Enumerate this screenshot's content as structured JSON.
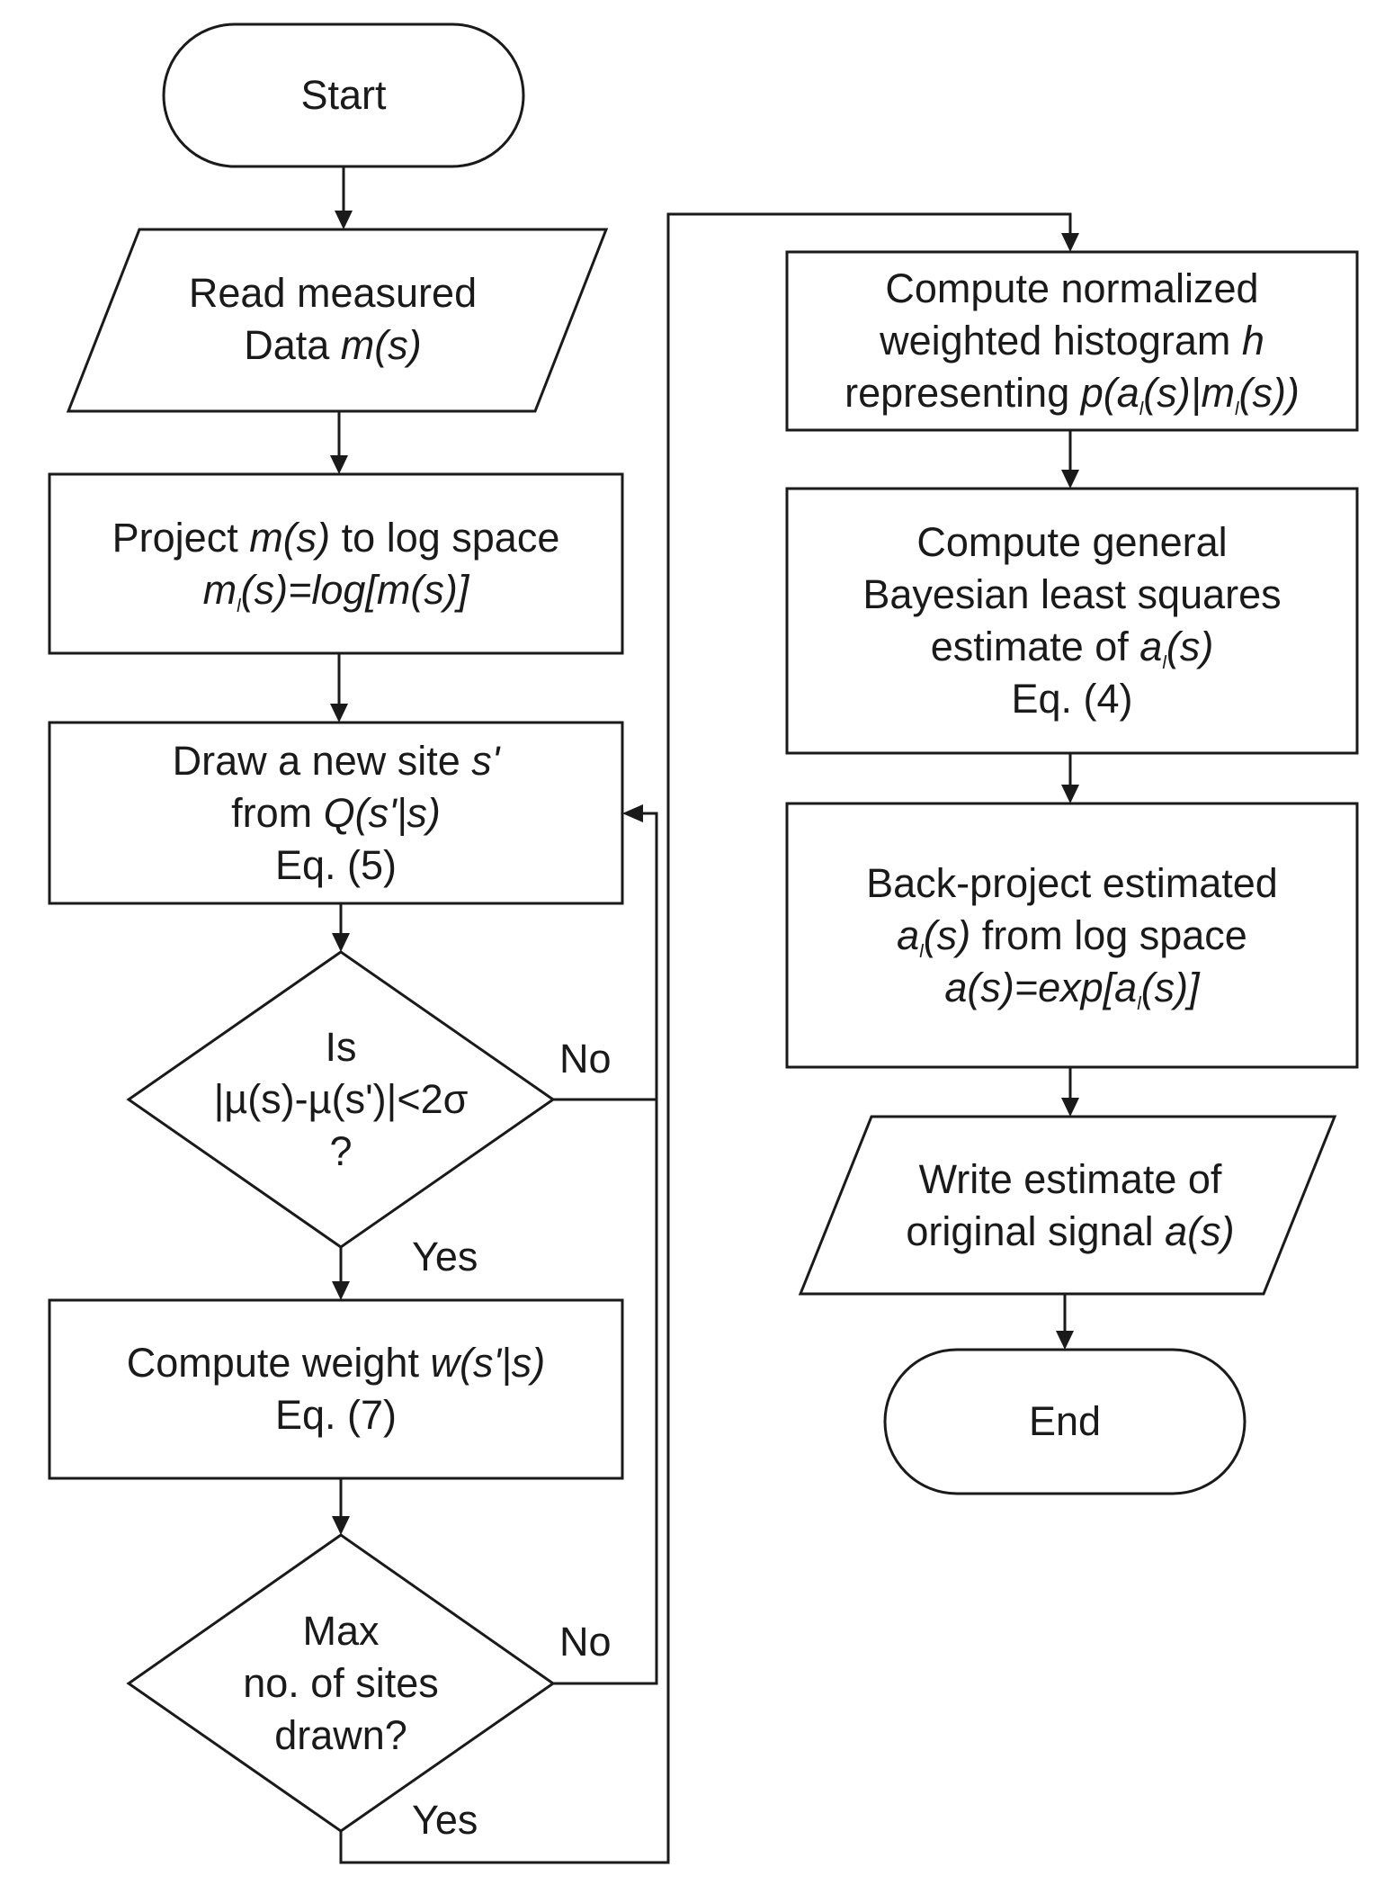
{
  "nodes": {
    "start": {
      "line1": "Start"
    },
    "read_data": {
      "line1": "Read measured",
      "line2_text": "Data ",
      "line2_math": "m(s)"
    },
    "project_log": {
      "line1_text1": "Project ",
      "line1_math": "m(s)",
      "line1_text2": " to log space",
      "line2_m": "m",
      "line2_sub": "l",
      "line2_rest": "(s)=log[m(s)]"
    },
    "draw_site": {
      "line1_text": "Draw a new site ",
      "line1_math": "s'",
      "line2_text": "from ",
      "line2_math": "Q(s'|s)",
      "line3": "Eq. (5)"
    },
    "decision_mu": {
      "line1": "Is",
      "line2": "|µ(s)-µ(s')|<2σ",
      "line3": "?"
    },
    "compute_weight": {
      "line1_text": "Compute weight ",
      "line1_math": "w(s'|s)",
      "line2": "Eq. (7)"
    },
    "decision_max": {
      "line1": "Max",
      "line2": "no. of sites",
      "line3": "drawn?"
    },
    "histogram": {
      "line1": "Compute normalized",
      "line2_text": "weighted histogram ",
      "line2_math": "h",
      "line3_text": "representing ",
      "line3_p": "p(a",
      "line3_sub1": "l",
      "line3_mid": "(s)|m",
      "line3_sub2": "l",
      "line3_end": "(s))"
    },
    "bayesian": {
      "line1": "Compute general",
      "line2": "Bayesian least squares",
      "line3_text": "estimate of ",
      "line3_a": "a",
      "line3_sub": "l",
      "line3_end": "(s)",
      "line4": "Eq. (4)"
    },
    "backproject": {
      "line1": "Back-project estimated",
      "line2_a": "a",
      "line2_sub": "l",
      "line2_math_end": "(s)",
      "line2_text": " from log space",
      "line3_start": "a(s)=exp[a",
      "line3_sub": "l",
      "line3_end": "(s)]"
    },
    "write_estimate": {
      "line1": "Write estimate of",
      "line2_text": "original signal ",
      "line2_math": "a(s)"
    },
    "end": {
      "line1": "End"
    }
  },
  "edge_labels": {
    "mu_no": "No",
    "mu_yes": "Yes",
    "max_no": "No",
    "max_yes": "Yes"
  }
}
